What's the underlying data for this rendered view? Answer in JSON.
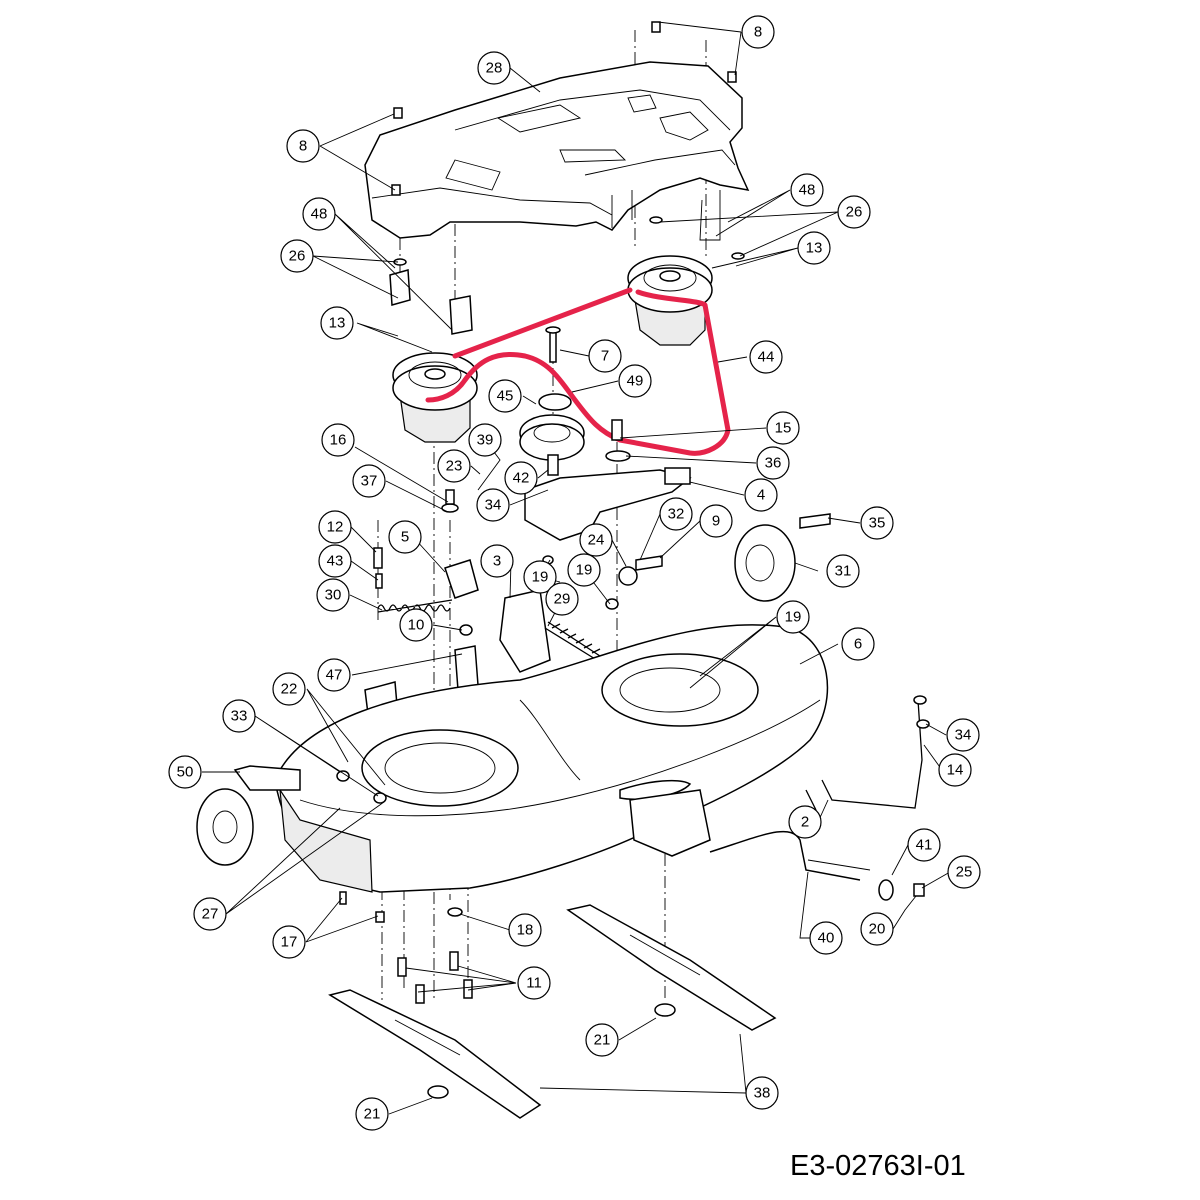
{
  "drawing_number": "E3-02763I-01",
  "callouts": [
    "8",
    "8",
    "28",
    "48",
    "48",
    "26",
    "26",
    "13",
    "13",
    "7",
    "44",
    "49",
    "45",
    "15",
    "36",
    "39",
    "23",
    "42",
    "4",
    "34",
    "16",
    "37",
    "32",
    "9",
    "35",
    "12",
    "5",
    "3",
    "24",
    "43",
    "19",
    "19",
    "29",
    "31",
    "30",
    "10",
    "19",
    "6",
    "47",
    "34",
    "14",
    "33",
    "22",
    "50",
    "2",
    "41",
    "25",
    "27",
    "40",
    "20",
    "17",
    "18",
    "11",
    "21",
    "21",
    "38"
  ],
  "colors": {
    "belt": "#e5234a",
    "line": "#000000"
  }
}
